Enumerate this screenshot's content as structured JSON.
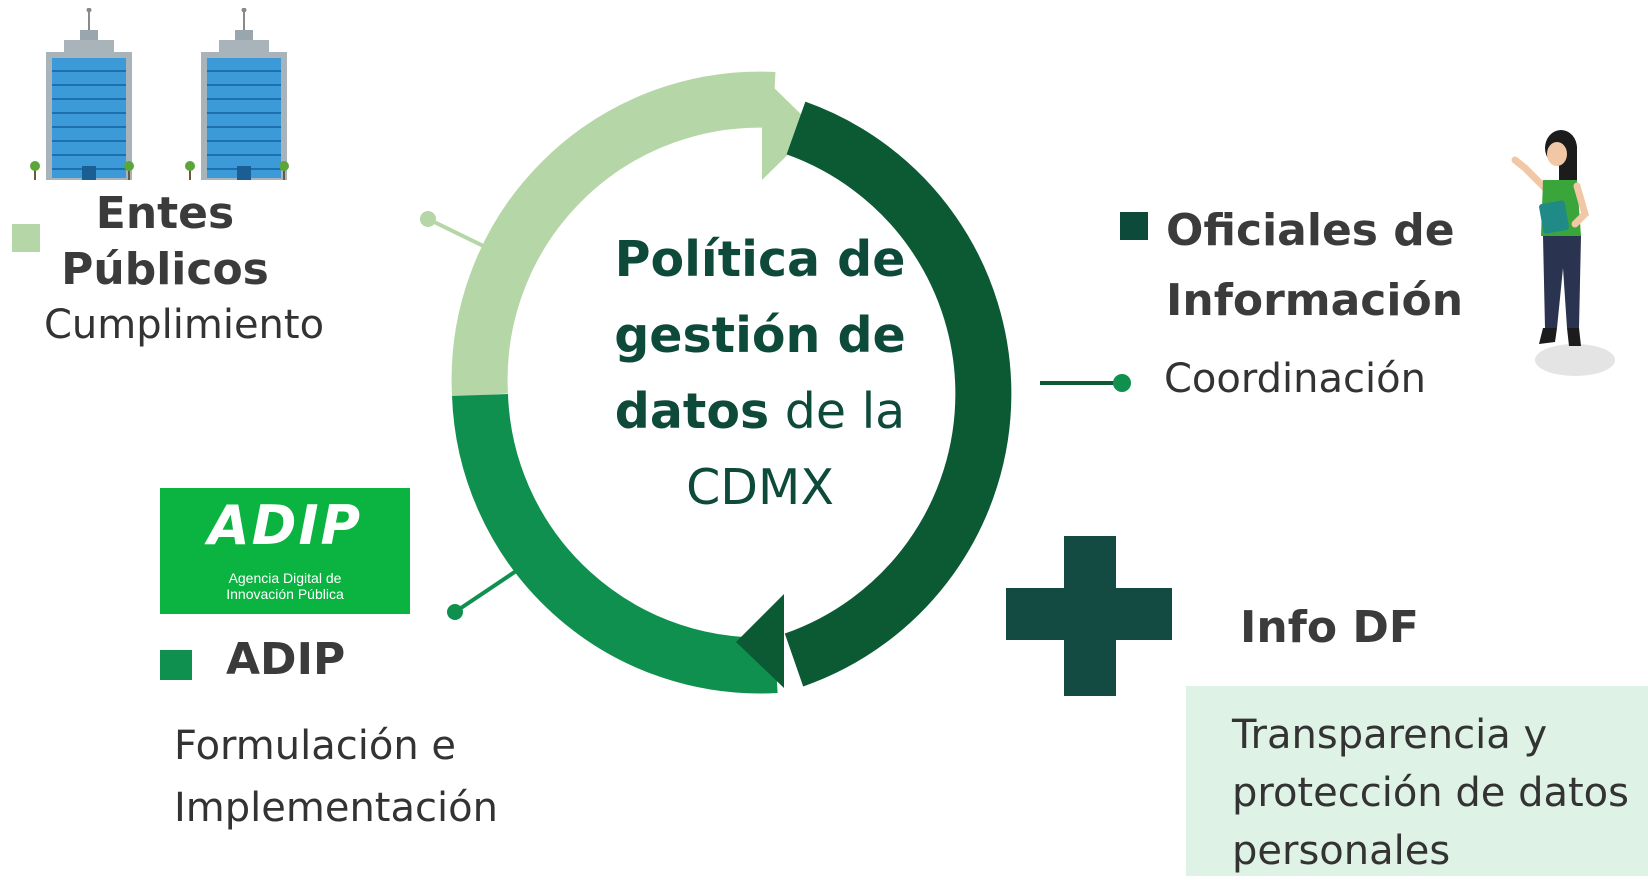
{
  "colors": {
    "light_green": "#b5d6a7",
    "dark_green": "#0b5a34",
    "mid_green": "#10904e",
    "adip_green": "#0bb441",
    "cross": "#134a41",
    "info_box": "#dff2e6",
    "title": "#0d4a3a"
  },
  "center": {
    "line1": "Política de",
    "line2": "gestión de",
    "line3_bold": "datos",
    "line3_rest": " de la",
    "line4": "CDMX"
  },
  "entes": {
    "title_line1": "Entes",
    "title_line2": "Públicos",
    "subtitle": "Cumplimiento",
    "icon": "office-building-icon"
  },
  "oficiales": {
    "title_line1": "Oficiales de",
    "title_line2": "Información",
    "subtitle": "Coordinación",
    "icon": "woman-with-clipboard-icon"
  },
  "adip": {
    "logo_text": "ADIP",
    "logo_caption_line1": "Agencia Digital de",
    "logo_caption_line2": "Innovación Pública",
    "title": "ADIP",
    "subtitle_line1": "Formulación e",
    "subtitle_line2": "Implementación"
  },
  "infodf": {
    "title": "Info DF",
    "box_line1": "Transparencia y",
    "box_line2": "protección de datos",
    "box_line3": "personales",
    "icon": "plus-icon"
  }
}
